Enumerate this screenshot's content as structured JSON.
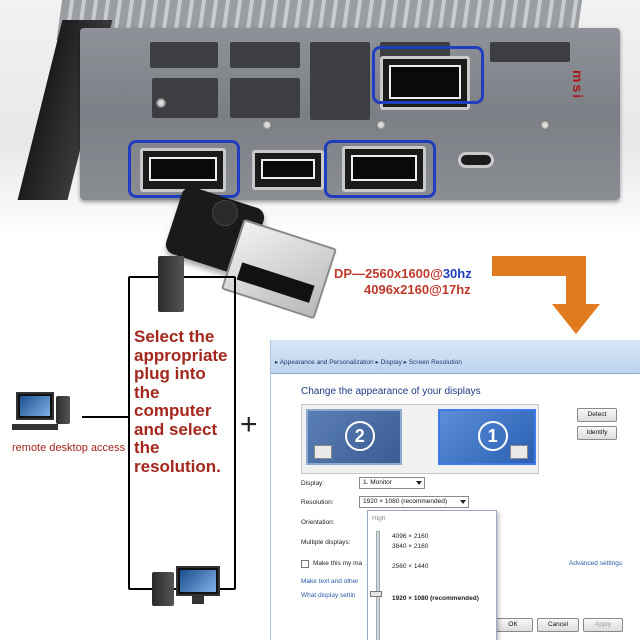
{
  "photo": {
    "brand": "msi"
  },
  "spec": {
    "line1_prefix": "DP—2560x1600@",
    "line1_rate": "30hz",
    "line2": "4096x2160@17hz"
  },
  "instructions": "Select the\nappropriate\nplug into\nthe\ncomputer\nand select\nthe\nresolution.",
  "remote_label": "remote desktop access",
  "plus": "+",
  "dialog": {
    "breadcrumb": "▸ Appearance and Personalization ▸ Display ▸ Screen Resolution",
    "heading": "Change the appearance of your displays",
    "monitor_1": "1",
    "monitor_2": "2",
    "detect": "Detect",
    "identify": "Identify",
    "display_label": "Display:",
    "display_value": "1. Monitor",
    "resolution_label": "Resolution:",
    "resolution_value": "1920 × 1080 (recommended)",
    "orientation_label": "Orientation:",
    "multiple_label": "Multiple displays:",
    "make_main": "Make this my ma",
    "link_text": "Make text and other",
    "link_what": "What display settin",
    "advanced": "Advanced settings",
    "ok": "OK",
    "cancel": "Cancel",
    "apply": "Apply",
    "dropdown": {
      "high": "High",
      "options": [
        "4096 × 2160",
        "3840 × 2160",
        "2560 × 1440",
        "1920 × 1080 (recommended)"
      ]
    }
  },
  "colors": {
    "highlight": "#1f3fbf",
    "arrow": "#e07b20",
    "instruction_text": "#a3271c"
  }
}
